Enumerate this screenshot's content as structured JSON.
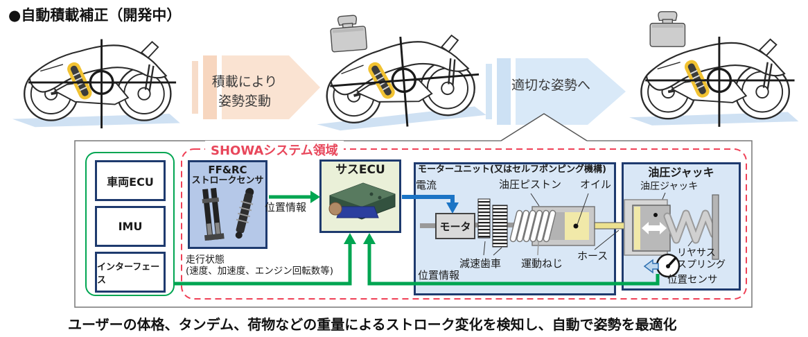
{
  "title": "●自動積載補正（開発中）",
  "flow": {
    "arrow1_line1": "積載により",
    "arrow1_line2": "姿勢変動",
    "arrow2": "適切な姿勢へ"
  },
  "diagram": {
    "showa_area": "SHOWAシステム領域",
    "vehicle_inputs": [
      "車両ECU",
      "IMU",
      "インターフェース"
    ],
    "stroke_sensor": {
      "line1": "FF&RC",
      "line2": "ストロークセンサ"
    },
    "sus_ecu": "サスECU",
    "signals": {
      "position_info_sensor": "位置情報",
      "current": "電流",
      "driving_state_line1": "走行状態",
      "driving_state_line2": "(速度、加速度、エンジン回転数等)",
      "position_info_feedback": "位置情報"
    },
    "motor_unit": {
      "title": "モーターユニット(又はセルフポンピング機構)",
      "motor": "モータ",
      "reduction_gear": "減速歯車",
      "motion_screw": "運動ねじ",
      "hydraulic_piston": "油圧ピストン",
      "oil": "オイル",
      "hose": "ホース"
    },
    "hydraulic_jack": {
      "title": "油圧ジャッキ",
      "jack_label": "油圧ジャッキ",
      "spring_line1": "リヤサス",
      "spring_line2": "スプリング",
      "position_sensor": "位置センサ"
    }
  },
  "caption": "ユーザーの体格、タンデム、荷物などの重量によるストローク変化を検知し、自動で姿勢を最適化",
  "colors": {
    "showa_red": "#e8475b",
    "signal_green": "#00a551",
    "signal_blue": "#1b74c5",
    "box_border_navy": "#1e3a6e",
    "panel_blue": "#d9e7f6",
    "sensor_box_blue": "#b5c8e8",
    "ecu_box_green": "#eaf0d8",
    "arrow_peach": "#fae3d2",
    "arrow_blue": "#d9e9f8",
    "highlight_yellow": "#f1c232"
  }
}
